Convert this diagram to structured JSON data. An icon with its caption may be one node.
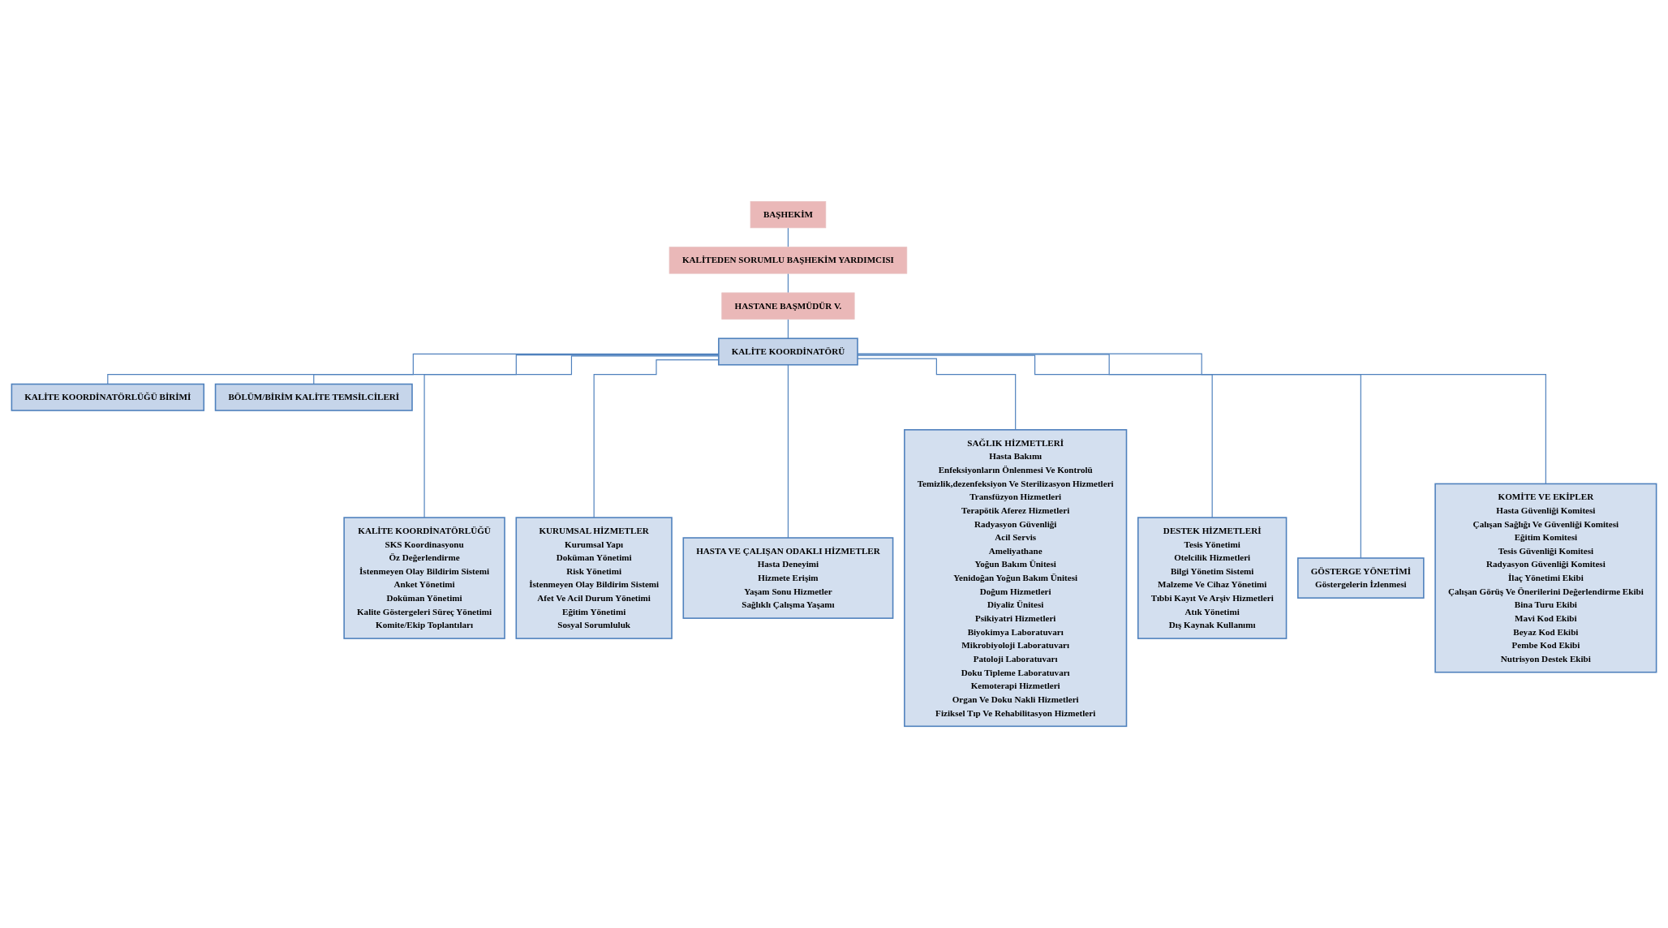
{
  "diagram": {
    "nodes": [
      {
        "text": [
          "BAŞHEKİM"
        ]
      },
      {
        "text": [
          "KALİTEDEN SORUMLU BAŞHEKİM YARDIMCISI"
        ]
      },
      {
        "text": [
          "HASTANE BAŞMÜDÜR V."
        ]
      },
      {
        "text": [
          "KALİTE KOORDİNATÖRÜ"
        ]
      },
      {
        "text": [
          "KALİTE KOORDİNATÖRLÜĞÜ BİRİMİ"
        ]
      },
      {
        "text": [
          "BÖLÜM/BİRİM KALİTE TEMSİLCİLERİ"
        ]
      },
      {
        "text": [
          "KALİTE KOORDİNATÖRLÜĞÜ",
          "SKS Koordinasyonu",
          "Öz Değerlendirme",
          "İstenmeyen Olay Bildirim Sistemi",
          "Anket Yönetimi",
          "Doküman Yönetimi",
          "Kalite Göstergeleri Süreç Yönetimi",
          "Komite/Ekip Toplantıları"
        ]
      },
      {
        "text": [
          "KURUMSAL HİZMETLER",
          "Kurumsal Yapı",
          "Doküman Yönetimi",
          "Risk Yönetimi",
          "İstenmeyen Olay Bildirim Sistemi",
          "Afet Ve Acil Durum Yönetimi",
          "Eğitim Yönetimi",
          "Sosyal Sorumluluk"
        ]
      },
      {
        "text": [
          "HASTA VE ÇALIŞAN ODAKLI HİZMETLER",
          "Hasta Deneyimi",
          "Hizmete Erişim",
          "Yaşam Sonu Hizmetler",
          "Sağlıklı Çalışma Yaşamı"
        ]
      },
      {
        "text": [
          "SAĞLIK HİZMETLERİ",
          "Hasta Bakımı",
          "Enfeksiyonların Önlenmesi Ve Kontrolü",
          "Temizlik,dezenfeksiyon Ve Sterilizasyon Hizmetleri",
          "Transfüzyon Hizmetleri",
          "Terapötik Aferez Hizmetleri",
          "Radyasyon Güvenliği",
          "Acil Servis",
          "Ameliyathane",
          "Yoğun Bakım Ünitesi",
          "Yenidoğan Yoğun Bakım Ünitesi",
          "Doğum Hizmetleri",
          "Diyaliz Ünitesi",
          "Psikiyatri Hizmetleri",
          "Biyokimya Laboratuvarı",
          "Mikrobiyoloji Laboratuvarı",
          "Patoloji Laboratuvarı",
          "Doku Tipleme Laboratuvarı",
          "Kemoterapi Hizmetleri",
          "Organ Ve Doku Nakli Hizmetleri",
          "Fiziksel Tıp Ve Rehabilitasyon Hizmetleri"
        ]
      },
      {
        "text": [
          "DESTEK HİZMETLERİ",
          "Tesis Yönetimi",
          "Otelcilik Hizmetleri",
          "Bilgi Yönetim Sistemi",
          "Malzeme Ve Cihaz Yönetimi",
          "Tıbbi Kayıt Ve Arşiv Hizmetleri",
          "Atık Yönetimi",
          "Dış Kaynak Kullanımı"
        ]
      },
      {
        "text": [
          "GÖSTERGE YÖNETİMİ",
          "Göstergelerin İzlenmesi"
        ]
      },
      {
        "text": [
          "KOMİTE VE EKİPLER",
          "Hasta Güvenliği Komitesi",
          "Çalışan Sağlığı Ve Güvenliği Komitesi",
          "Eğitim Komitesi",
          "Tesis Güvenliği Komitesi",
          "Radyasyon Güvenliği Komitesi",
          "İlaç Yönetimi Ekibi",
          "Çalışan Görüş Ve Önerilerini Değerlendirme Ekibi",
          "Bina Turu Ekibi",
          "Mavi Kod Ekibi",
          "Beyaz Kod Ekibi",
          "Pembe Kod Ekibi",
          "Nutrisyon Destek Ekibi"
        ]
      }
    ],
    "edges": [
      {
        "from": 0,
        "to": 1,
        "arrow": "none"
      },
      {
        "from": 1,
        "to": 2,
        "arrow": "none"
      },
      {
        "from": 2,
        "to": 3,
        "arrow": "none"
      },
      {
        "from": 3,
        "to": 4,
        "arrow": "none"
      },
      {
        "from": 3,
        "to": 5,
        "arrow": "none"
      },
      {
        "from": 3,
        "to": 6,
        "arrow": "none"
      },
      {
        "from": 3,
        "to": 7,
        "arrow": "none"
      },
      {
        "from": 3,
        "to": 8,
        "arrow": "none"
      },
      {
        "from": 3,
        "to": 9,
        "arrow": "none"
      },
      {
        "from": 3,
        "to": 10,
        "arrow": "none"
      },
      {
        "from": 3,
        "to": 11,
        "arrow": "none"
      },
      {
        "from": 3,
        "to": 12,
        "arrow": "none"
      }
    ]
  }
}
